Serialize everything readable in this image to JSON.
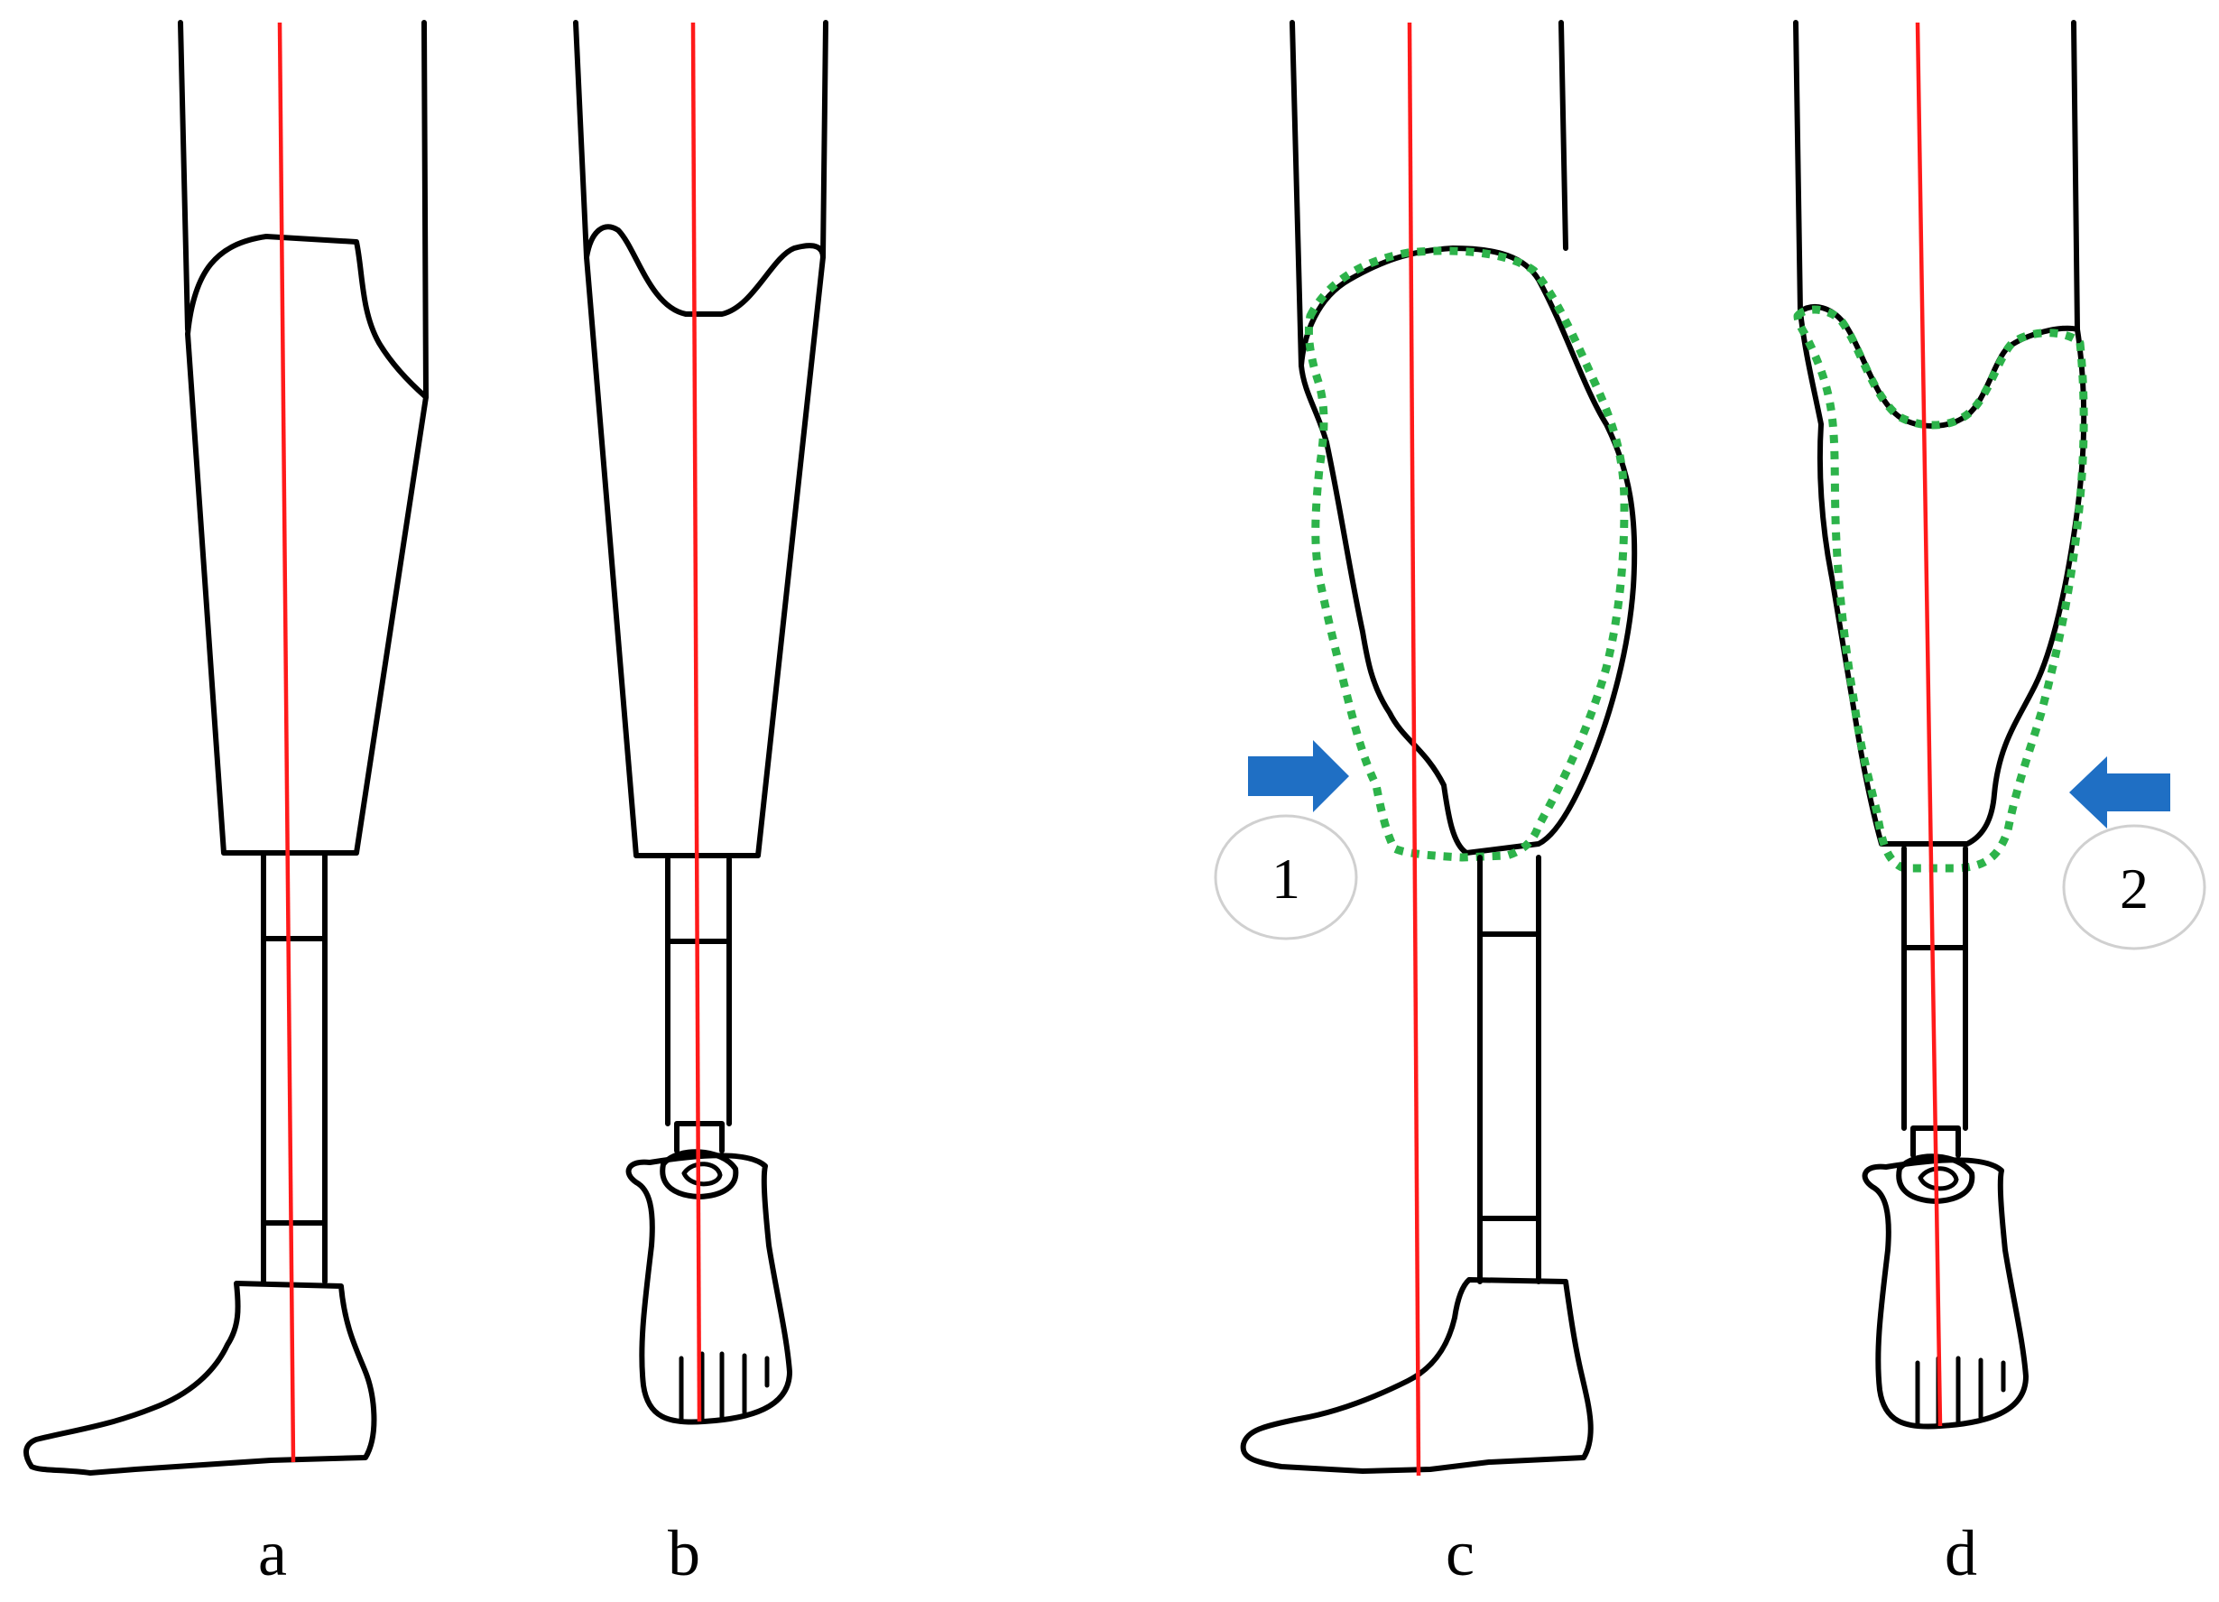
{
  "panels": [
    {
      "id": "a",
      "label": "a"
    },
    {
      "id": "b",
      "label": "b"
    },
    {
      "id": "c",
      "label": "c"
    },
    {
      "id": "d",
      "label": "d"
    }
  ],
  "markers": [
    {
      "id": "1",
      "label": "1",
      "arrow_direction": "right"
    },
    {
      "id": "2",
      "label": "2",
      "arrow_direction": "left"
    }
  ],
  "colors": {
    "line": "#000000",
    "alignment_axis": "#ff1a1a",
    "socket_outline": "#2db34a",
    "arrow": "#1f6fc4",
    "marker_circle": "#d0d0d0"
  }
}
